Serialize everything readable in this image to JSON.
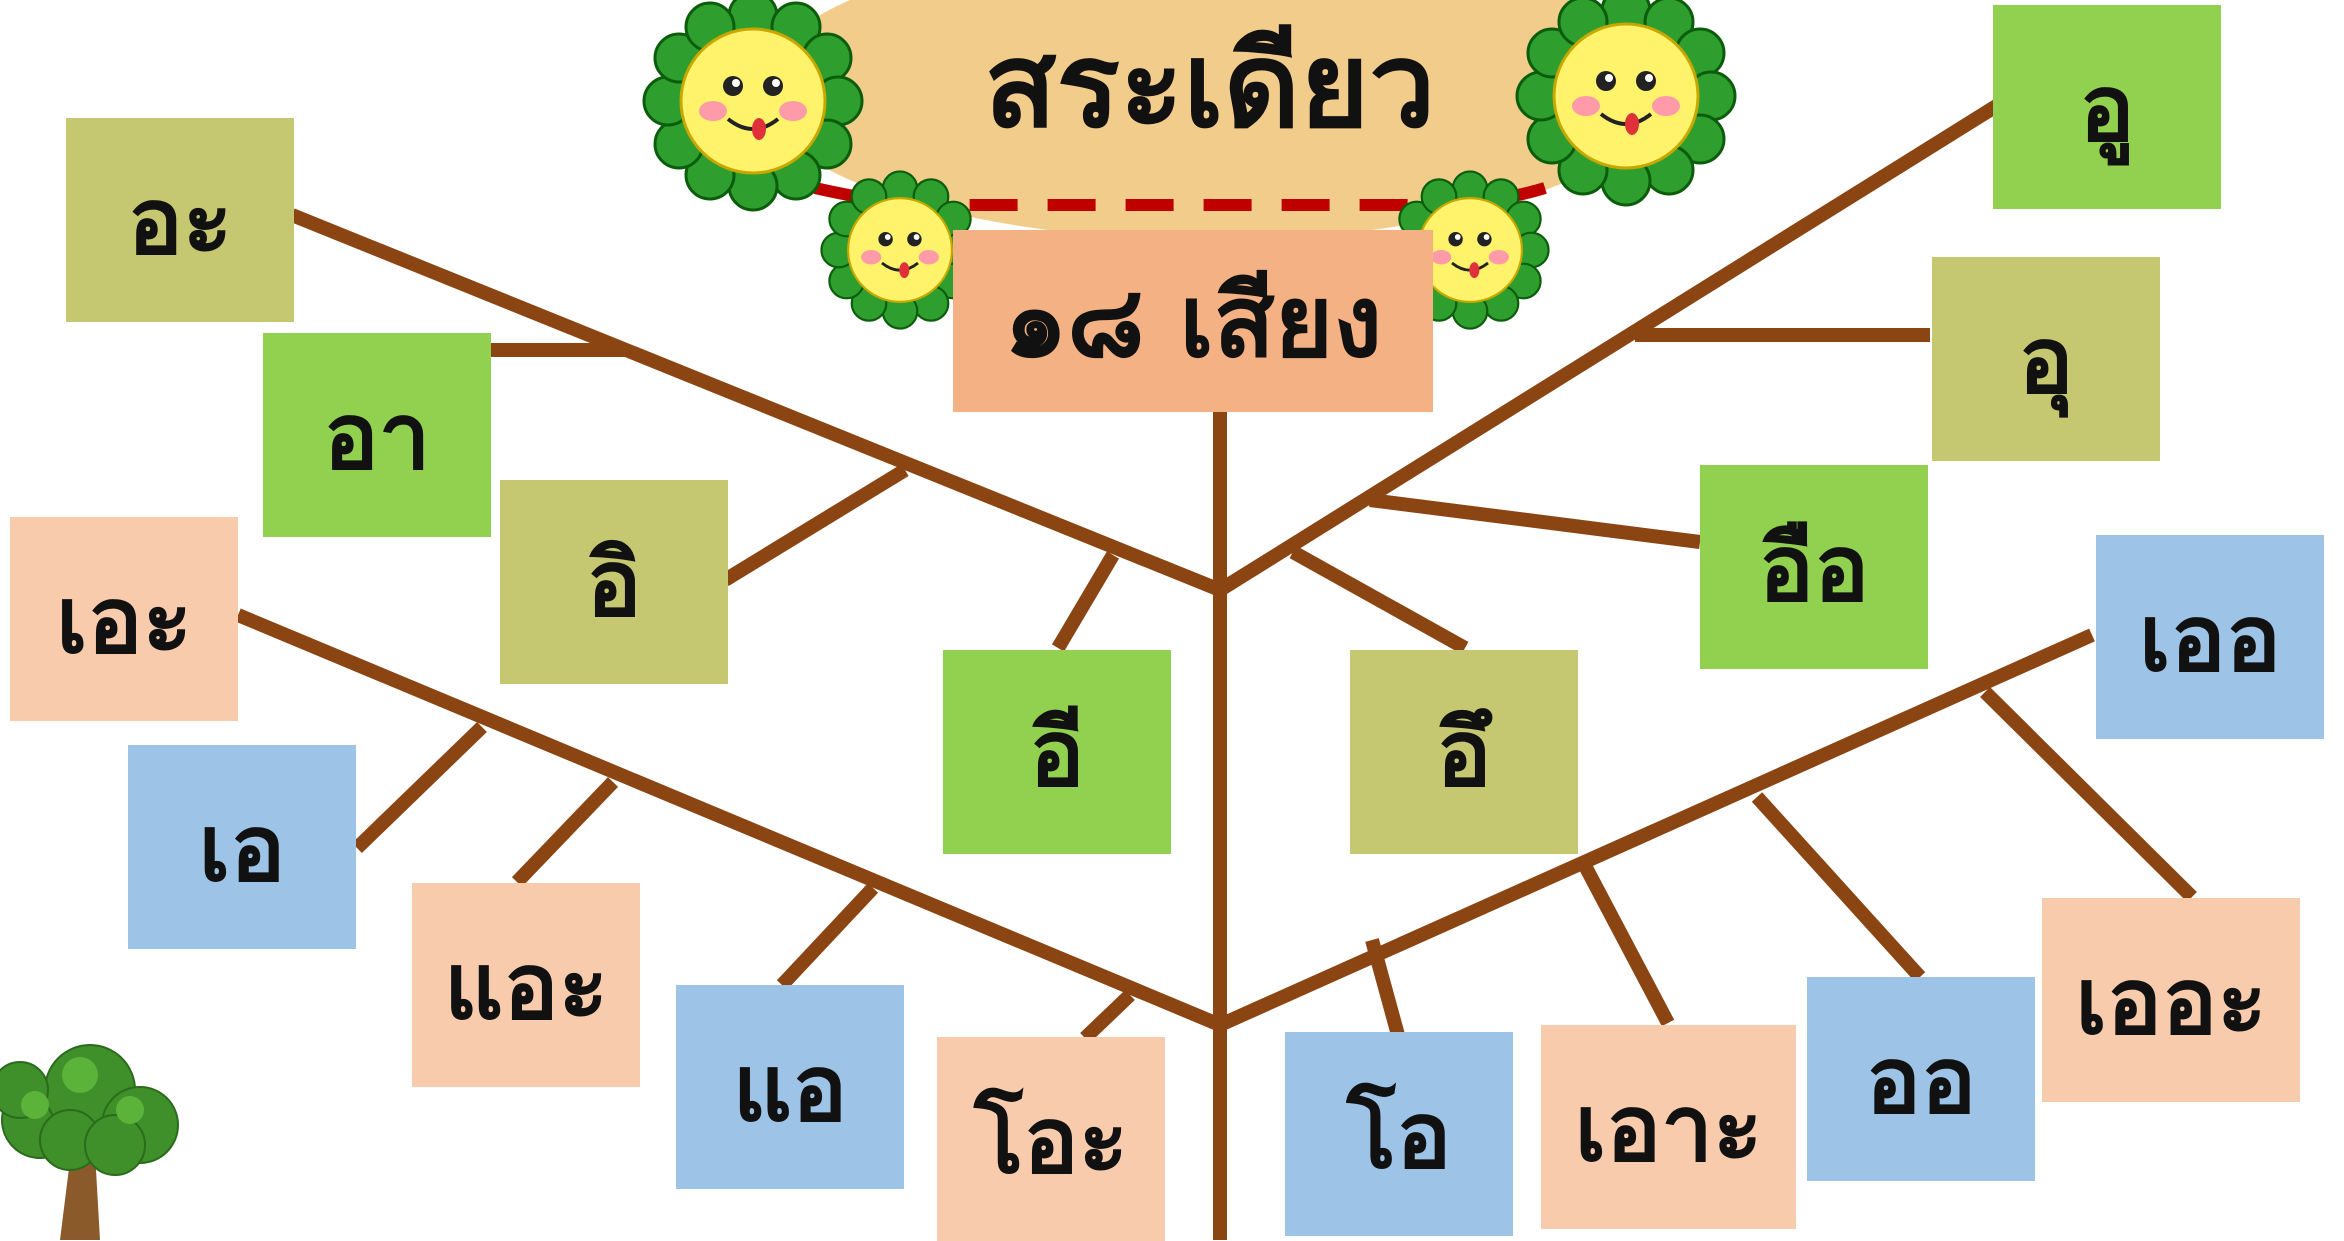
{
  "title": "สระเดียว",
  "subtitle": "๑๘ เสียง",
  "colors": {
    "branch": "#8b4513",
    "title_cloud": "#f2cc8a",
    "subtitle_box": "#f4b183",
    "olive": "#c5c870",
    "green": "#92d050",
    "peach": "#f8cbad",
    "blue": "#9dc3e6",
    "dash": "#c00000"
  },
  "vowels": [
    {
      "id": "a-short",
      "text": "อะ",
      "color": "olive"
    },
    {
      "id": "aa",
      "text": "อา",
      "color": "green"
    },
    {
      "id": "i-short",
      "text": "อิ",
      "color": "olive"
    },
    {
      "id": "ii",
      "text": "อี",
      "color": "green"
    },
    {
      "id": "ue-short",
      "text": "อึ",
      "color": "olive"
    },
    {
      "id": "uee",
      "text": "อือ",
      "color": "green"
    },
    {
      "id": "u-short",
      "text": "อุ",
      "color": "olive"
    },
    {
      "id": "uu",
      "text": "อู",
      "color": "green"
    },
    {
      "id": "e-short",
      "text": "เอะ",
      "color": "peach"
    },
    {
      "id": "e",
      "text": "เอ",
      "color": "blue"
    },
    {
      "id": "ae-short",
      "text": "แอะ",
      "color": "peach"
    },
    {
      "id": "ae",
      "text": "แอ",
      "color": "blue"
    },
    {
      "id": "o-short",
      "text": "โอะ",
      "color": "peach"
    },
    {
      "id": "o",
      "text": "โอ",
      "color": "blue"
    },
    {
      "id": "aw-short",
      "text": "เอาะ",
      "color": "peach"
    },
    {
      "id": "aw",
      "text": "ออ",
      "color": "blue"
    },
    {
      "id": "oe-short",
      "text": "เออะ",
      "color": "peach"
    },
    {
      "id": "oe",
      "text": "เออ",
      "color": "blue"
    }
  ]
}
